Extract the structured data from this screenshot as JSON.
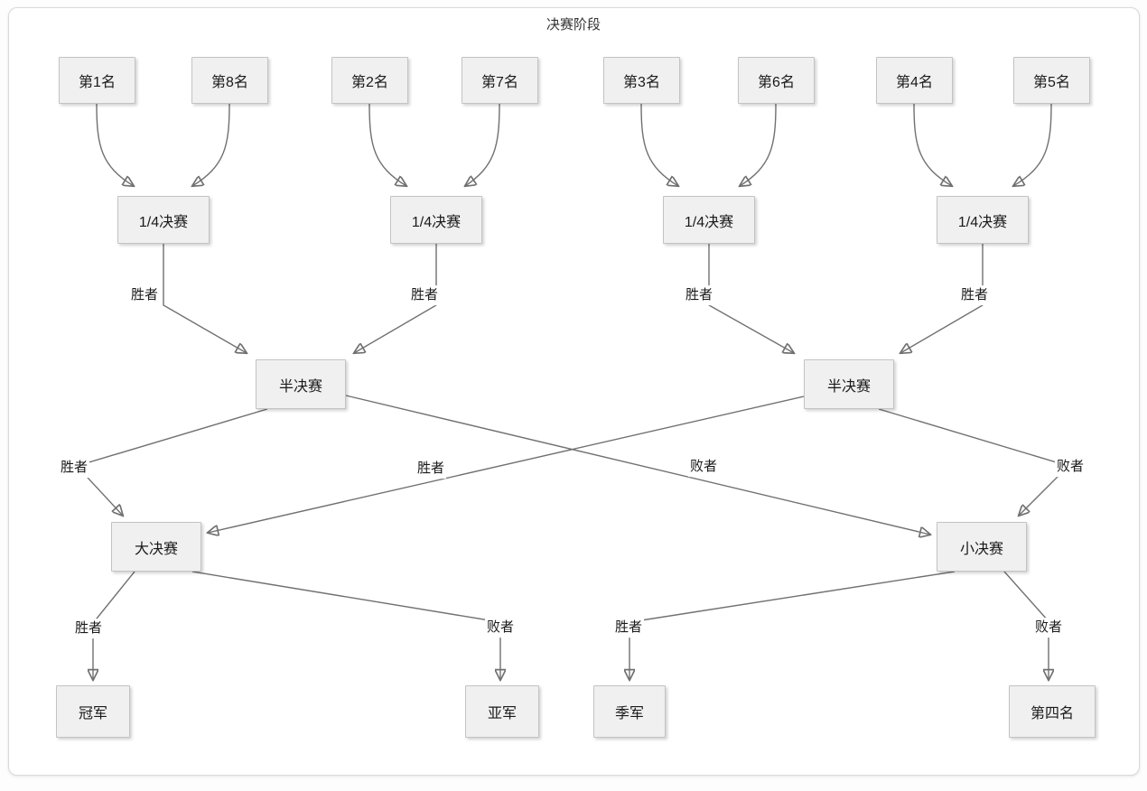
{
  "title": "决赛阶段",
  "nodes": {
    "seed1": "第1名",
    "seed8": "第8名",
    "seed2": "第2名",
    "seed7": "第7名",
    "seed3": "第3名",
    "seed6": "第6名",
    "seed4": "第4名",
    "seed5": "第5名",
    "quarterfinal": "1/4决赛",
    "semifinal": "半决赛",
    "grand_final": "大决赛",
    "small_final": "小决赛",
    "champion": "冠军",
    "runner_up": "亚军",
    "third_place": "季军",
    "fourth_place": "第四名"
  },
  "edge_labels": {
    "winner": "胜者",
    "loser": "败者"
  },
  "colors": {
    "node_fill": "#f0f0f0",
    "node_border": "#c3c3c3",
    "edge_line": "#707070",
    "arrowhead": "#6b6b6b",
    "text": "#1a1a1a",
    "card_border": "#d9d9d9"
  }
}
